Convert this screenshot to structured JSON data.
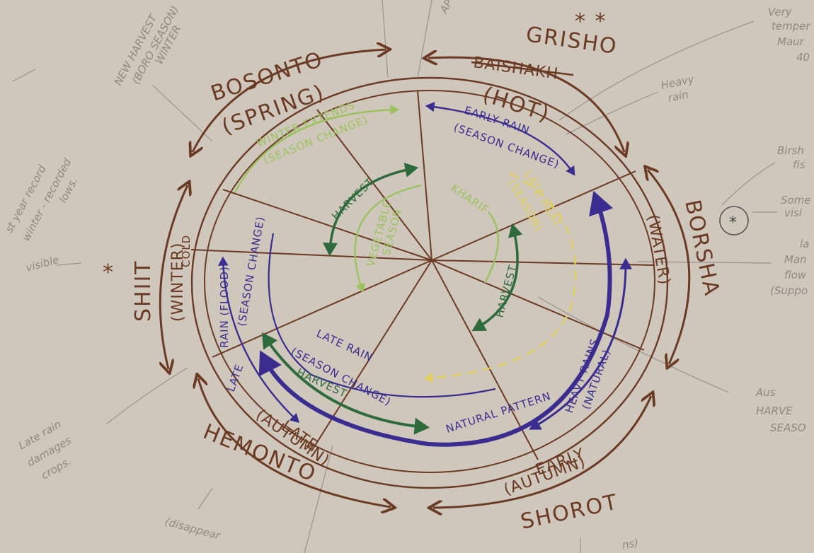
{
  "colors": {
    "paper": "#cfc7bb",
    "brown_ink": "#6b3a24",
    "dark_green_ink": "#2e6b3c",
    "light_green_ink": "#9bc25e",
    "yellow_ink": "#e0cf5a",
    "blue_ink": "#3a2d8f",
    "pencil": "#8f8880"
  },
  "seasons": {
    "grisho": {
      "name": "GRISHO",
      "struck": "BAISHAKH",
      "label": "(HOT)",
      "stars": "* *"
    },
    "borsha": {
      "name": "BORSHA",
      "label": "(WATER)"
    },
    "shorot": {
      "name": "SHOROT",
      "label": "(AUTUMN)",
      "prefix": "EARLY"
    },
    "hemonto": {
      "name": "HEMONTO",
      "label": "(AUTUMN)",
      "prefix": "LATE"
    },
    "shiit": {
      "name": "SHIIT",
      "label": "(WINTER)",
      "sub": "COLD",
      "star": "*"
    },
    "bosonto": {
      "name": "BOSONTO",
      "label": "(SPRING)"
    }
  },
  "inner_labels": {
    "winter_extends": "WINTER EXTENDS",
    "winter_extends_sub": "(SEASON CHANGE)",
    "early_rain": "EARLY RAIN",
    "early_rain_sub": "(SEASON CHANGE)",
    "harvest_left": "HARVEST",
    "kharif": "KHARIF",
    "vegetable": "VEGETABLE",
    "vegetable_sub": "SEASON",
    "late_heat": "LATE HEAT",
    "late_heat_sub": "(SEASON)",
    "harvest_right": "HARVEST",
    "rain_flood": "RAIN (FLOOD)",
    "rain_flood_sub": "(SEASON CHANGE)",
    "late_rain": "LATE RAIN",
    "late_rain_sub": "(SEASON CHANGE)",
    "harvest_bottom": "HARVEST",
    "late_bottom": "LATE",
    "natural_pattern": "NATURAL PATTERN",
    "heavy_rains": "HEAVY RAINS",
    "heavy_rains_sub": "(NATURAL)"
  },
  "notes": {
    "new_harvest_1": "NEW HARVEST",
    "new_harvest_2": "(BORO SEASON)",
    "new_harvest_3": "WINTER",
    "top_ap": "AP",
    "very_temp_1": "Very",
    "very_temp_2": "temper",
    "very_temp_3": "Maur",
    "very_temp_4": "40",
    "heavy_rain_1": "Heavy",
    "heavy_rain_2": "rain",
    "birsh_1": "Birsh",
    "birsh_2": "fis",
    "some_1": "Some",
    "some_2": "visi",
    "circled_star": "*",
    "la_1": "la",
    "la_2": "Man",
    "la_3": "flow",
    "la_4": "(Suppo",
    "aus_1": "Aus",
    "aus_2": "HARVE",
    "aus_3": "SEASO",
    "left_note_1": "st year record",
    "left_note_2": "winter - recorded",
    "left_note_3": "lows.",
    "visible": "visible",
    "late_rain_note_1": "Late rain",
    "late_rain_note_2": "damages",
    "late_rain_note_3": "crops.",
    "disappear": "(disappear",
    "bottom_ns": "ns)"
  }
}
